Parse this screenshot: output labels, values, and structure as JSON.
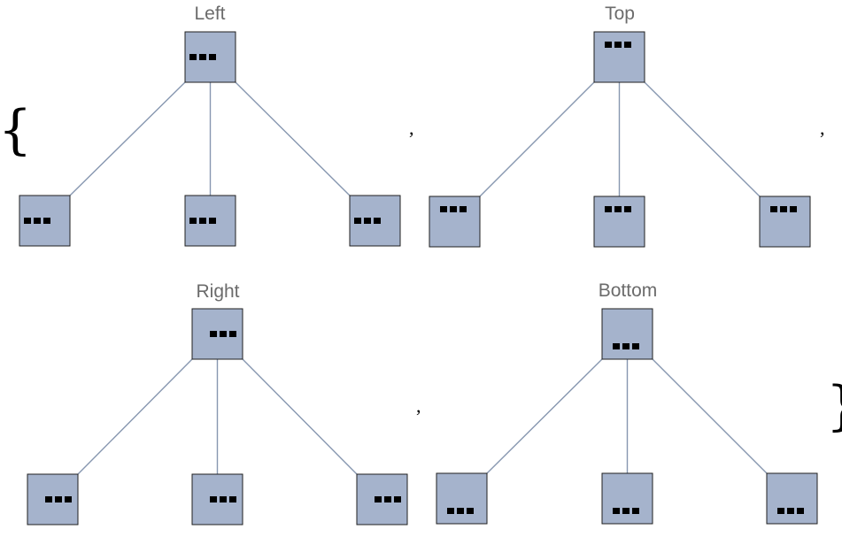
{
  "list_open": "{",
  "list_close": "}",
  "separator": ",",
  "colors": {
    "node_fill": "#a5b3cc",
    "node_stroke": "#1f1f1f",
    "edge": "#8797b0",
    "title": "#6b6b6b",
    "glyph": "#000000"
  },
  "node_glyph": "ellipsis-icon",
  "trees": [
    {
      "title": "Left",
      "alignment": "left",
      "children": 3
    },
    {
      "title": "Top",
      "alignment": "top",
      "children": 3
    },
    {
      "title": "Right",
      "alignment": "right",
      "children": 3
    },
    {
      "title": "Bottom",
      "alignment": "bottom",
      "children": 3
    }
  ]
}
